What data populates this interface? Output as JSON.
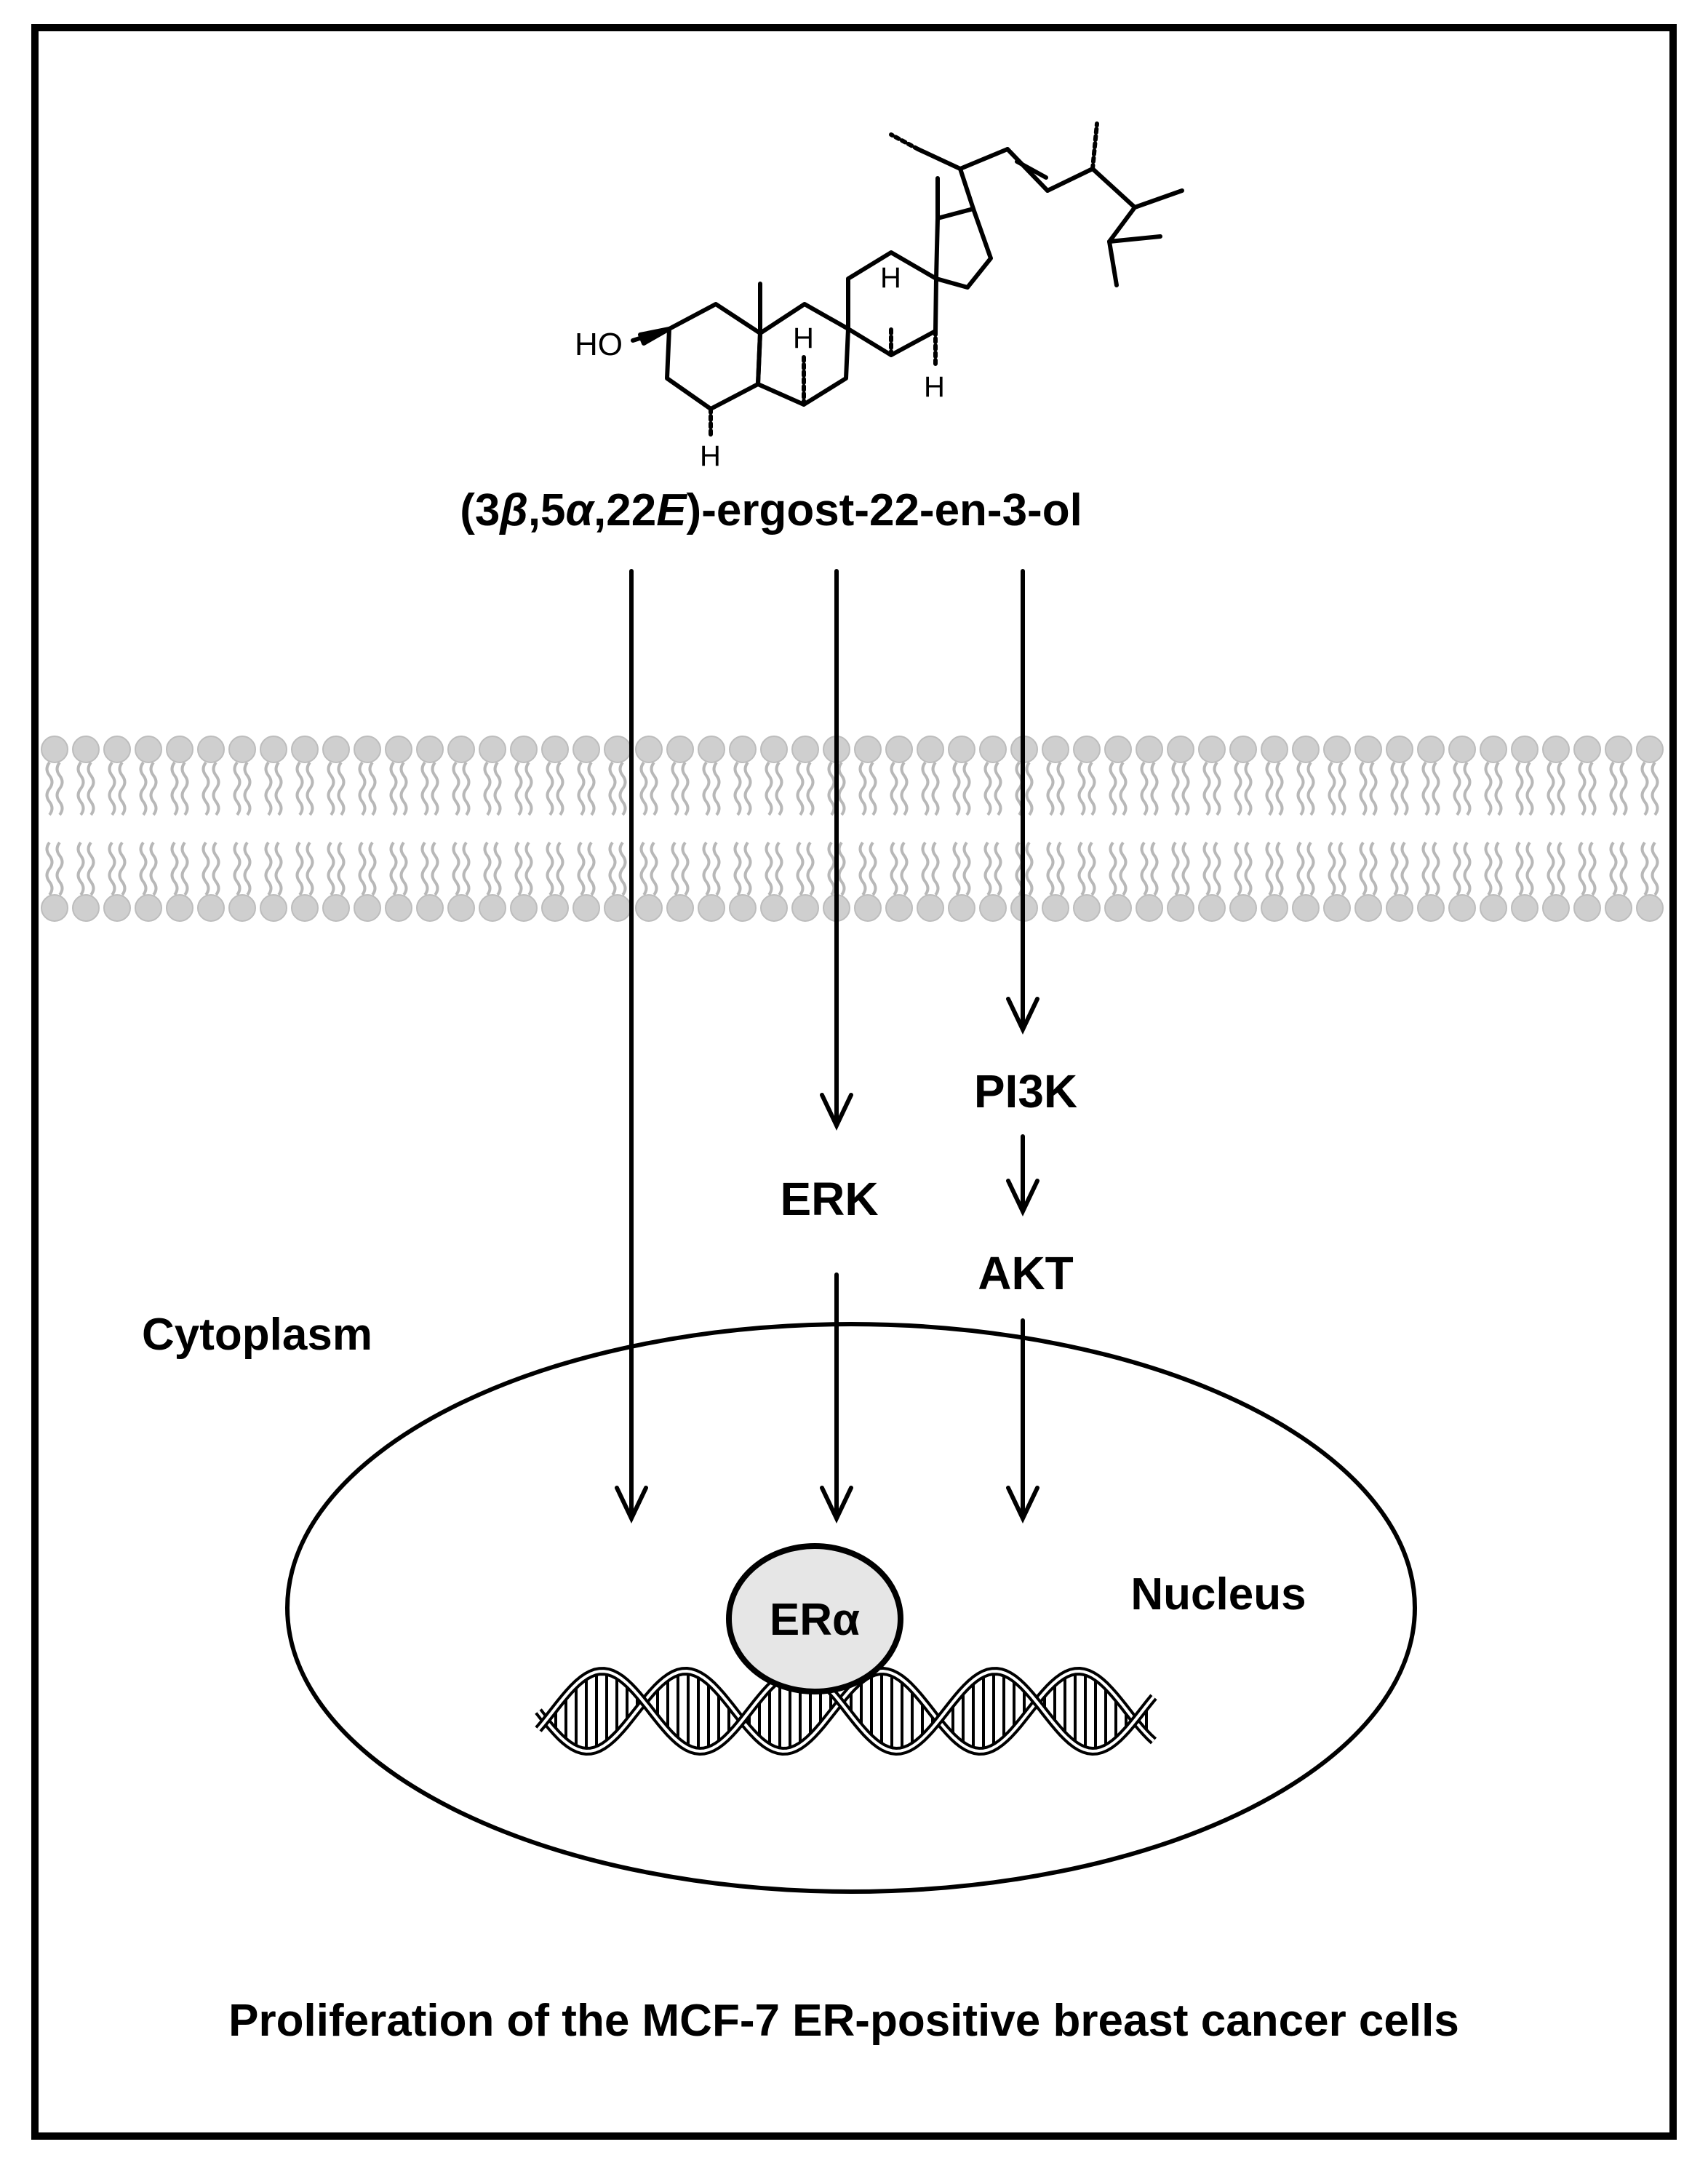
{
  "compound": {
    "name_parts": [
      {
        "text": "(3",
        "italic": false
      },
      {
        "text": "β",
        "italic": true
      },
      {
        "text": ",5",
        "italic": false
      },
      {
        "text": "α",
        "italic": true
      },
      {
        "text": ",22",
        "italic": false
      },
      {
        "text": "E",
        "italic": true
      },
      {
        "text": ")-ergost-22-en-3-ol",
        "italic": false
      }
    ],
    "atom_labels": {
      "hydroxyl": "HO",
      "h_c5": "H",
      "h_c8": "H",
      "h_c9": "H",
      "h_c14": "H"
    }
  },
  "pathway": {
    "erk": "ERK",
    "pi3k": "PI3K",
    "akt": "AKT"
  },
  "compartments": {
    "cytoplasm": "Cytoplasm",
    "nucleus": "Nucleus"
  },
  "receptor": "ERα",
  "caption": "Proliferation of the MCF-7 ER-positive breast cancer cells",
  "colors": {
    "ink": "#000000",
    "membrane_head": "#cfcfcf",
    "membrane_tail": "#b8b8b8",
    "receptor_fill": "#e6e6e6"
  }
}
